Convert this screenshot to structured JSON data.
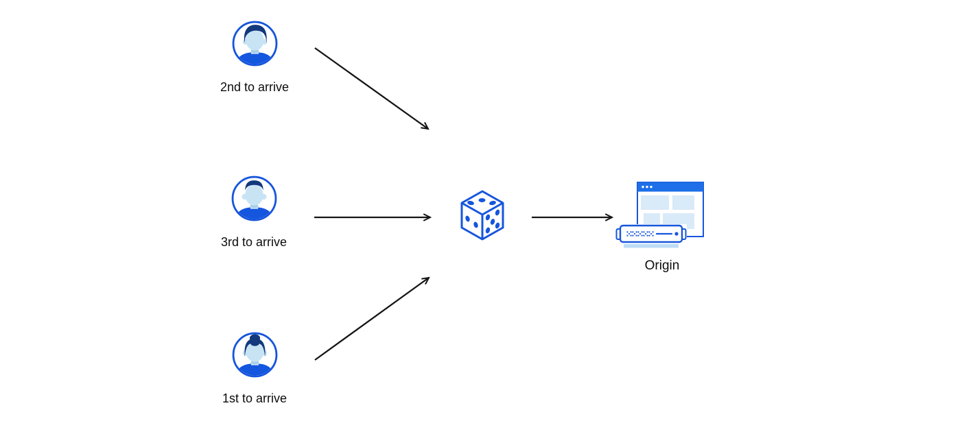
{
  "diagram": {
    "users": [
      {
        "label": "2nd to arrive",
        "icon": "male-avatar-quiff-icon"
      },
      {
        "label": "3rd to arrive",
        "icon": "male-avatar-short-hair-icon"
      },
      {
        "label": "1st to arrive",
        "icon": "female-avatar-bun-icon"
      }
    ],
    "center": {
      "icon": "dice-icon"
    },
    "origin": {
      "label": "Origin",
      "icons": [
        "browser-window-icon",
        "server-icon"
      ]
    },
    "arrows": [
      {
        "from": "2nd to arrive",
        "to": "dice"
      },
      {
        "from": "3rd to arrive",
        "to": "dice"
      },
      {
        "from": "1st to arrive",
        "to": "dice"
      },
      {
        "from": "dice",
        "to": "Origin"
      }
    ],
    "colors": {
      "outline_blue": "#1655DC",
      "hair_navy": "#12387D",
      "face_light_blue": "#C8E4F4",
      "panel_light_blue": "#D9EAF8",
      "browser_topbar_blue": "#1E6FE8",
      "server_base_blue": "#BEDCF6",
      "arrow_black": "#141414",
      "label_text": "#0C0C0C",
      "background": "#FFFFFF"
    }
  }
}
